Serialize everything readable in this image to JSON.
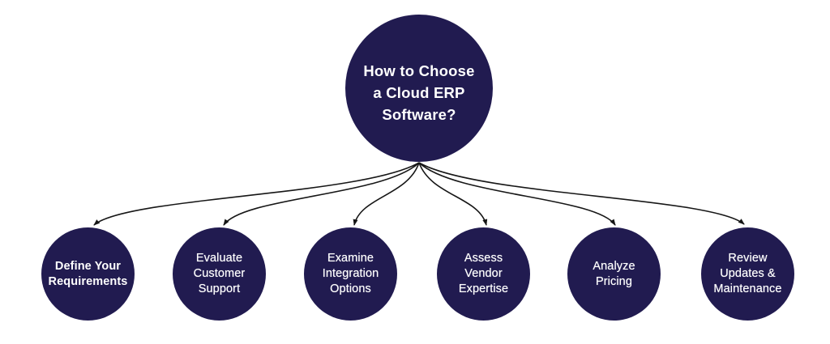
{
  "diagram": {
    "background_color": "#ffffff",
    "circle_color": "#211b50",
    "text_color": "#ffffff",
    "arrow_color": "#161616",
    "hub": {
      "label": "How to Choose a Cloud ERP Software?",
      "lines": [
        "How to Choose",
        "a Cloud ERP",
        "Software?"
      ]
    },
    "nodes": [
      {
        "label": "Define Your Requirements",
        "lines": [
          "Define Your",
          "Requirements"
        ]
      },
      {
        "label": "Evaluate Customer Support",
        "lines": [
          "Evaluate",
          "Customer",
          "Support"
        ]
      },
      {
        "label": "Examine Integration Options",
        "lines": [
          "Examine",
          "Integration",
          "Options"
        ]
      },
      {
        "label": "Assess Vendor Expertise",
        "lines": [
          "Assess",
          "Vendor",
          "Expertise"
        ]
      },
      {
        "label": "Analyze Pricing",
        "lines": [
          "Analyze",
          "Pricing"
        ]
      },
      {
        "label": "Review Updates & Maintenance",
        "lines": [
          "Review",
          "Updates &",
          "Maintenance"
        ]
      }
    ]
  }
}
